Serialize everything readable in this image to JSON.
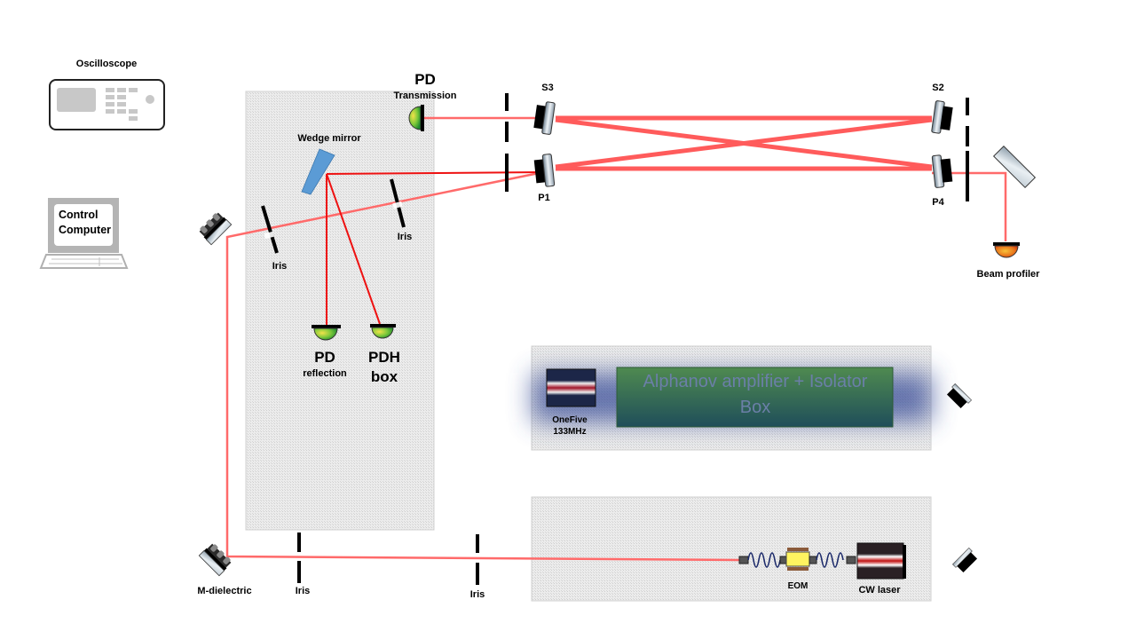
{
  "title": "Optical setup: bow-tie ring cavity with PDH locking",
  "colors": {
    "beam": "#ff5a5a",
    "beam_strong": "#ee1111",
    "panel_fill": "#e3e3e3",
    "detector_green": "#3fb33a",
    "detector_orange": "#e0530d",
    "wedge_blue": "#5b9bd5",
    "amplifier_green": "#3c7a4e",
    "amplifier_text": "#6b7fa8"
  },
  "equipment": {
    "oscilloscope": "Oscilloscope",
    "control_computer": [
      "Control",
      "Computer"
    ]
  },
  "detectors": {
    "pd_transmission": {
      "title": "PD",
      "subtitle": "Transmission"
    },
    "pd_reflection": {
      "title": "PD",
      "subtitle": "reflection"
    },
    "pdh_box": {
      "title": "PDH",
      "subtitle": "box"
    },
    "beam_profiler": "Beam profiler"
  },
  "optics": {
    "wedge_mirror": "Wedge mirror",
    "cavity_mirrors": {
      "s3": "S3",
      "s2": "S2",
      "p1": "P1",
      "p4": "P4"
    },
    "iris_labels": [
      "Iris",
      "Iris",
      "Iris",
      "Iris"
    ],
    "m_dielectric": "M-dielectric"
  },
  "sources": {
    "onefive": [
      "OneFive",
      "133MHz"
    ],
    "amplifier": [
      "Alphanov amplifier + Isolator",
      "Box"
    ],
    "eom": "EOM",
    "cw_laser": "CW laser"
  }
}
